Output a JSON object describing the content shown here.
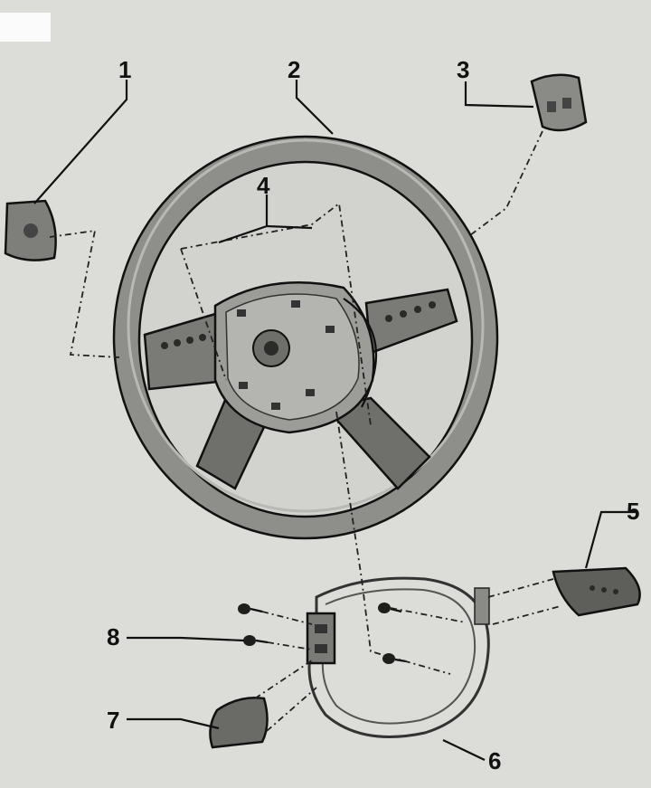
{
  "callouts": [
    {
      "label": "1"
    },
    {
      "label": "2"
    },
    {
      "label": "3"
    },
    {
      "label": "4"
    },
    {
      "label": "5"
    },
    {
      "label": "6"
    },
    {
      "label": "7"
    },
    {
      "label": "8"
    }
  ],
  "colors": {
    "background": "#dcdcd8",
    "part_fill": "#8a8a86",
    "ink": "#111111"
  }
}
